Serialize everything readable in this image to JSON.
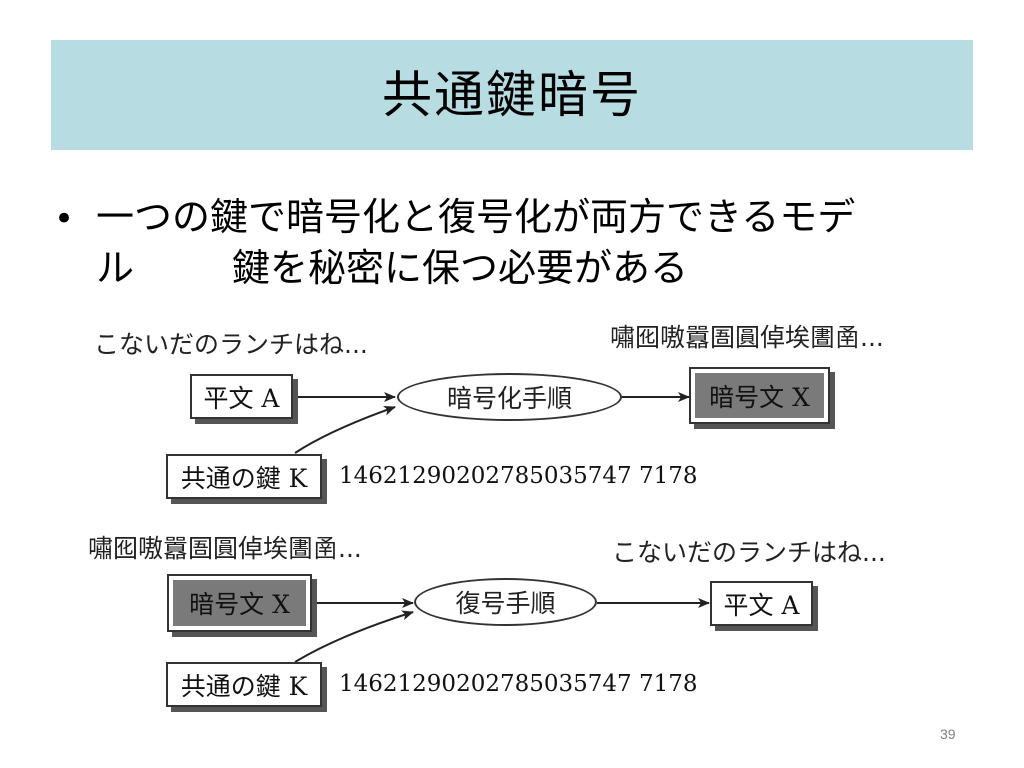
{
  "slide": {
    "title": "共通鍵暗号",
    "bullet": {
      "line1": "一つの鍵で暗号化と復号化が両方できるモデ",
      "line2a": "ル",
      "line2b": "鍵を秘密に保つ必要がある"
    },
    "page_number": "39"
  },
  "diagram": {
    "encrypt": {
      "plaintext_sample": "こないだのランチはね...",
      "ciphertext_sample": "嘯囮嗷囂圄圓倬埃圕圅...",
      "input_box": "平文 A",
      "process": "暗号化手順",
      "output_box": "暗号文 X",
      "key_box": "共通の鍵 K",
      "key_value": "14621290202785035747 7178"
    },
    "decrypt": {
      "ciphertext_sample": "嘯囮嗷囂圄圓倬埃圕圅...",
      "plaintext_sample": "こないだのランチはね...",
      "input_box": "暗号文 X",
      "process": "復号手順",
      "output_box": "平文 A",
      "key_box": "共通の鍵 K",
      "key_value": "14621290202785035747 7178"
    }
  }
}
